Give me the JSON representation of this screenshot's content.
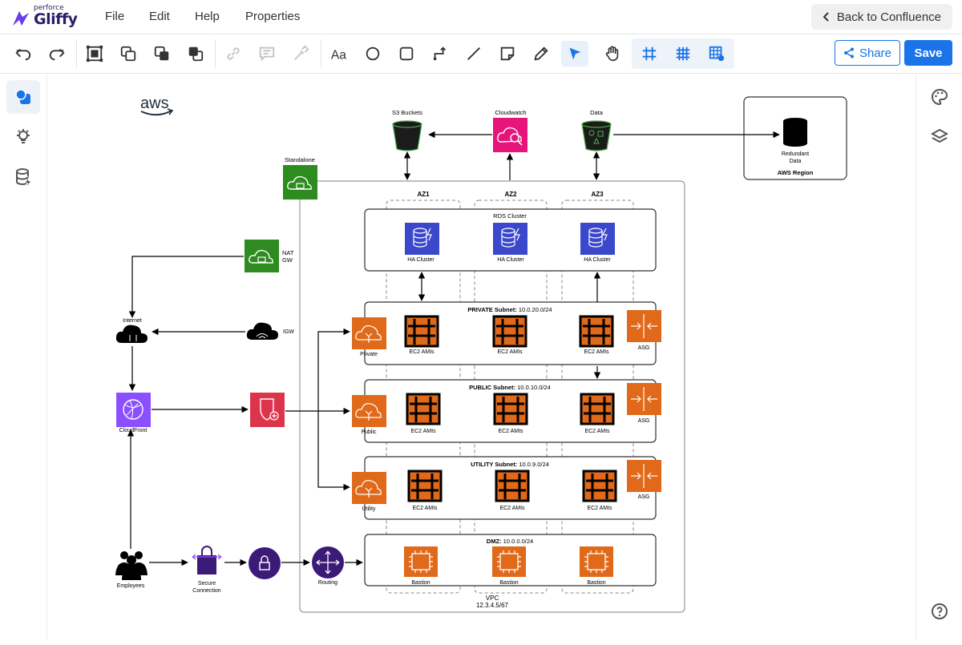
{
  "app": {
    "brand_small": "perforce",
    "brand_name": "Gliffy"
  },
  "menu": {
    "file": "File",
    "edit": "Edit",
    "help": "Help",
    "properties": "Properties",
    "back": "Back to Confluence"
  },
  "actions": {
    "share": "Share",
    "save": "Save"
  },
  "colors": {
    "accent": "#1a73e8",
    "brand": "#2c1d6b",
    "aws_green": "#2e8b1f",
    "aws_orange": "#e0691a",
    "aws_blue": "#3b48cc",
    "aws_purple": "#8c4fff",
    "aws_red": "#dd344c",
    "aws_pink": "#e7157b"
  },
  "diagram": {
    "aws_logo": "aws",
    "s3_buckets": "S3 Buckets",
    "cloudwatch": "Cloudwatch",
    "data": "Data",
    "redundant_data_1": "Redundant",
    "redundant_data_2": "Data",
    "aws_region": "AWS Region",
    "standalone": "Standalone",
    "az1": "AZ1",
    "az2": "AZ2",
    "az3": "AZ3",
    "rds_cluster": "RDS Cluster",
    "ha_cluster": "HA Cluster",
    "nat_gw_1": "NAT",
    "nat_gw_2": "GW",
    "internet": "Internet",
    "igw": "IGW",
    "private_subnet_bold": "PRIVATE Subnet:",
    "private_subnet_cidr": "10.0.20.0/24",
    "public_subnet_bold": "PUBLIC Subnet:",
    "public_subnet_cidr": "10.0.10.0/24",
    "utility_subnet_bold": "UTILITY Subnet:",
    "utility_subnet_cidr": "10.0.9.0/24",
    "dmz_bold": "DMZ:",
    "dmz_cidr": "10.0.0.0/24",
    "private": "Private",
    "public": "Public",
    "utility": "Utility",
    "ec2_amis": "EC2 AMIs",
    "asg": "ASG",
    "cloudfront": "CloudFront",
    "employees": "Employees",
    "secure_connection_1": "Secure",
    "secure_connection_2": "Connection",
    "routing": "Routing",
    "bastion": "Bastion",
    "vpc": "VPC",
    "vpc_cidr": "12.3.4.5/67"
  }
}
